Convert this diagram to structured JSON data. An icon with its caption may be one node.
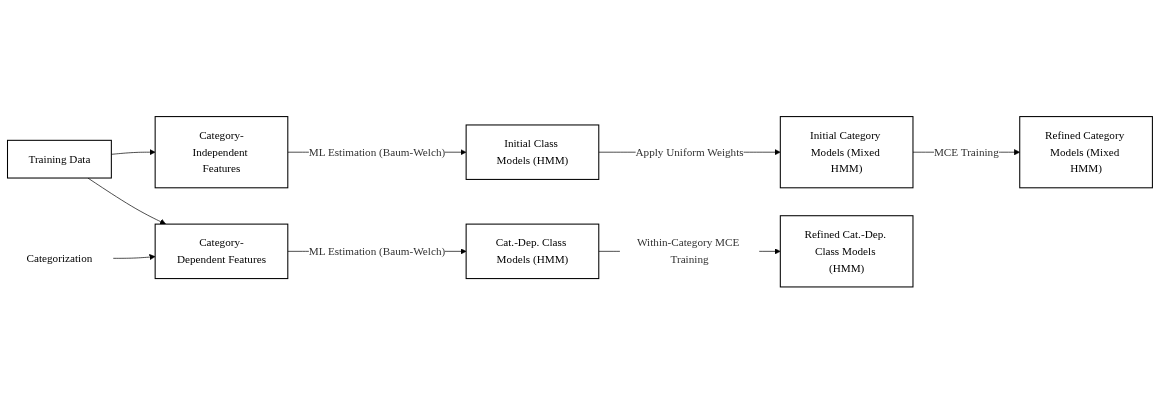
{
  "diagram": {
    "nodes": [
      {
        "text": [
          "Training Data"
        ]
      },
      {
        "text": [
          "Category-Independent Features"
        ]
      },
      {
        "text": [
          "Initial Class Models (HMM)"
        ]
      },
      {
        "text": [
          "Initial Category Models (Mixed HMM)"
        ]
      },
      {
        "text": [
          "Refined Category Models (Mixed HMM)"
        ]
      },
      {
        "text": [
          "Category-Dependent Features"
        ]
      },
      {
        "text": [
          "Cat.-Dep. Class Models (HMM)"
        ]
      },
      {
        "text": [
          "Refined Cat.-Dep. Class Models (HMM)"
        ]
      },
      {
        "text": [
          "Categorization"
        ]
      }
    ],
    "edges": [
      {
        "from": 0,
        "to": 1,
        "arrow": "to"
      },
      {
        "from": 0,
        "to": 5,
        "arrow": "to"
      },
      {
        "from": 1,
        "to": 2,
        "arrow": "to",
        "label": "ML Estimation (Baum-Welch)"
      },
      {
        "from": 2,
        "to": 3,
        "arrow": "to",
        "label": "Apply Uniform Weights"
      },
      {
        "from": 3,
        "to": 4,
        "arrow": "to",
        "label": "MCE Training"
      },
      {
        "from": 5,
        "to": 6,
        "arrow": "to",
        "label": "ML Estimation (Baum-Welch)"
      },
      {
        "from": 6,
        "to": 7,
        "arrow": "to",
        "label": "Within-Category MCE Training"
      },
      {
        "from": 8,
        "to": 5,
        "arrow": "to"
      }
    ]
  }
}
